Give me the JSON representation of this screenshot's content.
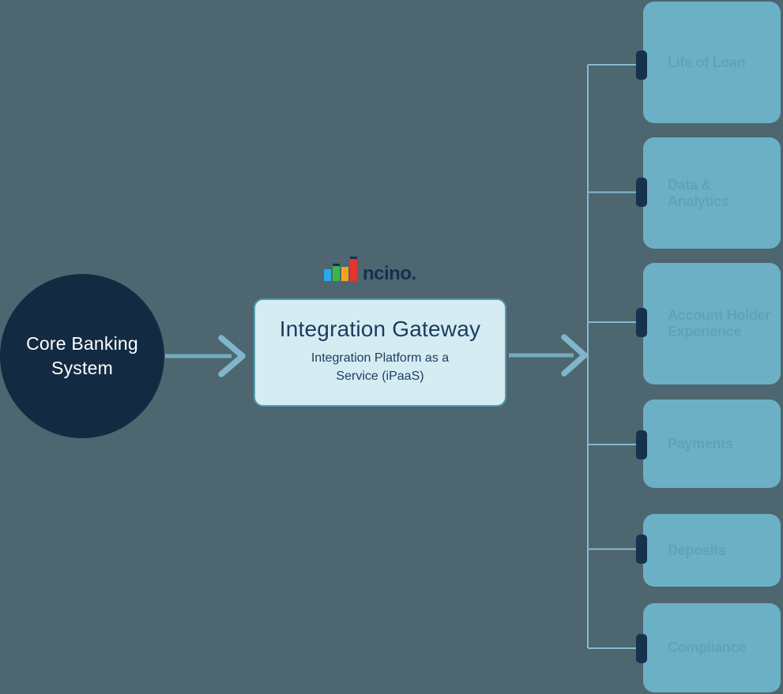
{
  "diagram": {
    "background_color": "#4D6670",
    "source_node": {
      "label": "Core Banking\nSystem",
      "shape": "circle",
      "fill": "#132B42",
      "text_color": "#FFFFFF"
    },
    "logo": {
      "wordmark": "ncino.",
      "icon": "bar-chart-icon",
      "bar_colors": [
        "#29ABE2",
        "#3CB44A",
        "#F8A11E",
        "#E6332D"
      ],
      "wordmark_color": "#14324E"
    },
    "gateway_node": {
      "title": "Integration Gateway",
      "subtitle": "Integration Platform as a\nService (iPaaS)",
      "fill": "#D5ECF3",
      "border_color": "#4F9DB2",
      "text_color": "#1C3C5E"
    },
    "channels": [
      {
        "label": "Life of Loan"
      },
      {
        "label": "Data &\nAnalytics"
      },
      {
        "label": "Account Holder\nExperience"
      },
      {
        "label": "Payments"
      },
      {
        "label": "Deposits"
      },
      {
        "label": "Compliance"
      }
    ],
    "channel_style": {
      "fill": "#6CB0C6",
      "text_color": "#5EA3B9",
      "tab_color": "#16324F"
    },
    "connector_color": "#82BCCF",
    "arrow_color": "#74ABC0"
  }
}
